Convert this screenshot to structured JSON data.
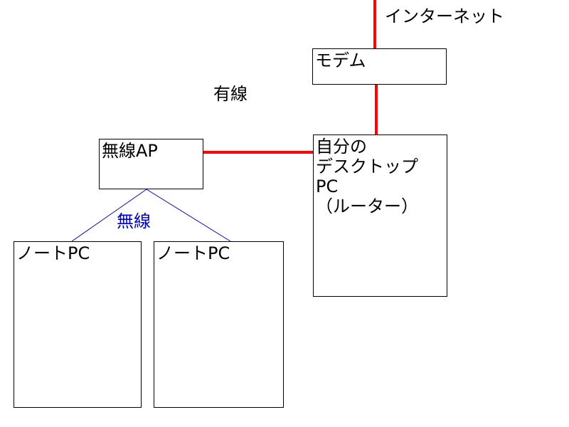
{
  "labels": {
    "internet": "インターネット",
    "wired": "有線",
    "wireless": "無線"
  },
  "nodes": {
    "modem": "モデム",
    "desktop": "自分の\nデスクトップ\nPC\n（ルーター）",
    "wireless_ap": "無線AP",
    "notebook_1": "ノートPC",
    "notebook_2": "ノートPC"
  },
  "colors": {
    "wired_link": "#ff0000",
    "wireless_link": "#0000cc",
    "wireless_label": "#0000cc",
    "box_border": "#000000",
    "text": "#000000"
  }
}
